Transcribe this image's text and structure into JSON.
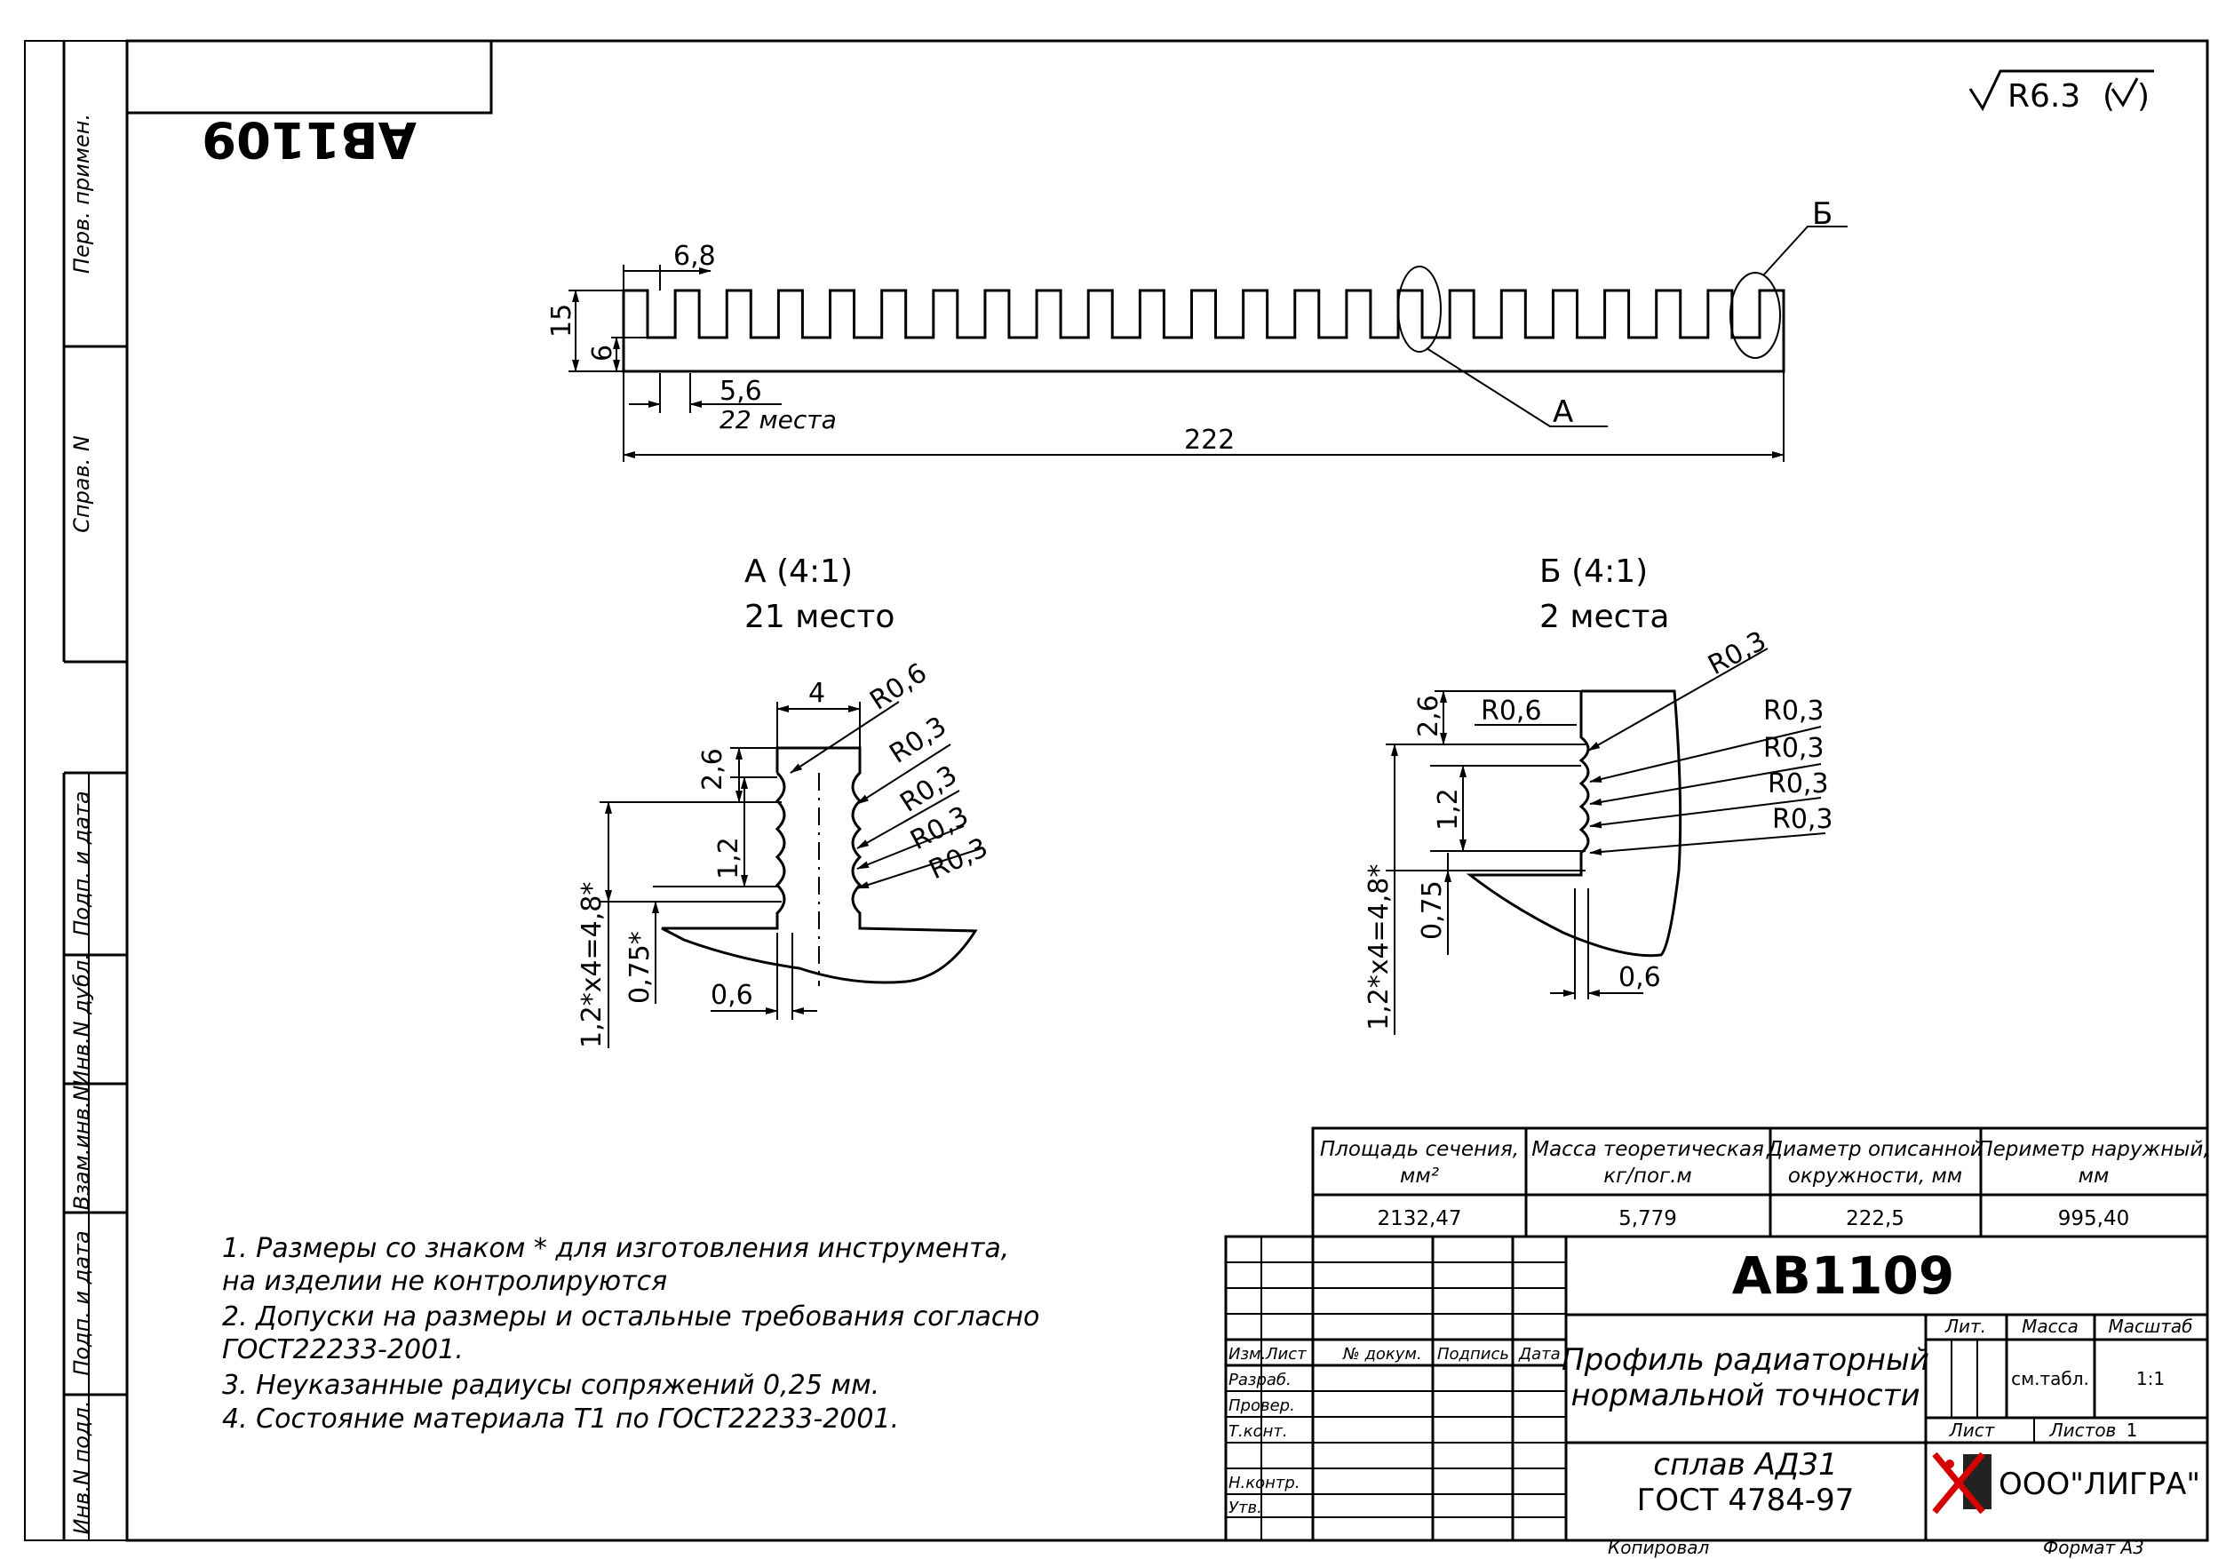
{
  "drawing": {
    "code_top": "АВ1109",
    "roughness": "R6.3",
    "side_stamps": [
      "Перв. примен.",
      "Справ. N",
      "Подп. и дата",
      "Инв.N дубл.",
      "Взам.инв.N",
      "Подп. и дата",
      "Инв.N подл."
    ],
    "main_view": {
      "dims": {
        "fin_width": "6,8",
        "height": "15",
        "base": "6",
        "gap": "5,6",
        "count": "22 места",
        "length": "222"
      },
      "callouts": {
        "a": "А",
        "b": "Б"
      }
    },
    "detail_a": {
      "title": "А (4:1)",
      "subtitle": "21 место",
      "dims": {
        "width": "4",
        "top": "2,6",
        "pitch": "1,2",
        "bottom": "0,75*",
        "root": "0,6",
        "total": "1,2*х4=4,8*"
      },
      "radii": [
        "R0,6",
        "R0,3",
        "R0,3",
        "R0,3",
        "R0,3"
      ]
    },
    "detail_b": {
      "title": "Б (4:1)",
      "subtitle": "2 места",
      "dims": {
        "top": "2,6",
        "top_r": "R0,6",
        "pitch": "1,2",
        "bottom": "0,75",
        "root": "0,6",
        "total": "1,2*х4=4,8*"
      },
      "radii": [
        "R0,3",
        "R0,3",
        "R0,3",
        "R0,3",
        "R0,3"
      ]
    },
    "notes": [
      "1.  Размеры со знаком * для изготовления инструмента,",
      "     на изделии не контролируются",
      "2.  Допуски на размеры и остальные требования согласно",
      "     ГОСТ22233-2001.",
      "3.  Неуказанные радиусы сопряжений 0,25 мм.",
      "4.  Состояние материала Т1 по ГОСТ22233-2001."
    ],
    "properties": {
      "headers": [
        [
          "Площадь сечения,",
          "мм²"
        ],
        [
          "Масса теоретическая",
          "кг/пог.м"
        ],
        [
          "Диаметр описанной",
          "окружности, мм"
        ],
        [
          "Периметр наружный,",
          "мм"
        ]
      ],
      "values": [
        "2132,47",
        "5,779",
        "222,5",
        "995,40"
      ]
    },
    "title_block": {
      "code": "АВ1109",
      "col_headers": [
        "Изм.",
        "Лист",
        "№ докум.",
        "Подпись",
        "Дата"
      ],
      "roles": [
        "Разраб.",
        "Провер.",
        "Т.конт.",
        "Н.контр.",
        "Утв."
      ],
      "name_line1": "Профиль радиаторный",
      "name_line2": "нормальной точности",
      "lit": "Лит.",
      "mass": "Масса",
      "scale": "Масштаб",
      "mass_value": "см.табл.",
      "scale_value": "1:1",
      "sheet": "Лист",
      "sheets": "Листов",
      "sheets_value": "1",
      "material_line1": "сплав АД31",
      "material_line2": "ГОСТ 4784-97",
      "company": "ООО\"ЛИГРА\"",
      "copied": "Копировал",
      "format": "Формат А3"
    }
  }
}
